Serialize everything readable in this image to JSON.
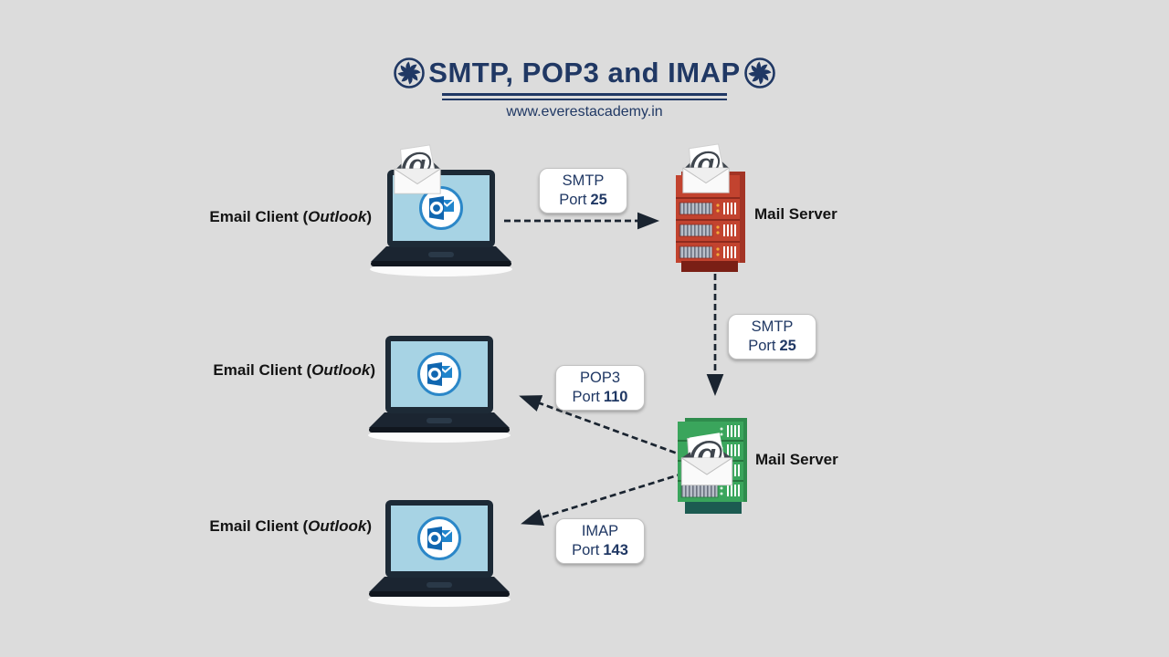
{
  "header": {
    "title": "SMTP, POP3 and IMAP",
    "subtitle": "www.everestacademy.in"
  },
  "clients": [
    {
      "prefix": "Email Client (",
      "name": "Outlook",
      "suffix": ")"
    },
    {
      "prefix": "Email Client (",
      "name": "Outlook",
      "suffix": ")"
    },
    {
      "prefix": "Email Client (",
      "name": "Outlook",
      "suffix": ")"
    }
  ],
  "servers": [
    {
      "label": "Mail Server",
      "color": "#c2432f"
    },
    {
      "label": "Mail Server",
      "color": "#3aa55c"
    }
  ],
  "connections": [
    {
      "protocol": "SMTP",
      "port_word": "Port",
      "port": "25",
      "from": "sender-email-client",
      "to": "sender-mail-server",
      "direction": "right"
    },
    {
      "protocol": "SMTP",
      "port_word": "Port",
      "port": "25",
      "from": "sender-mail-server",
      "to": "recipient-mail-server",
      "direction": "down"
    },
    {
      "protocol": "POP3",
      "port_word": "Port",
      "port": "110",
      "from": "recipient-mail-server",
      "to": "pop3-email-client",
      "direction": "up-left"
    },
    {
      "protocol": "IMAP",
      "port_word": "Port",
      "port": "143",
      "from": "recipient-mail-server",
      "to": "imap-email-client",
      "direction": "down-left"
    }
  ],
  "icons": {
    "pinwheel": "pinwheel-icon",
    "laptop": "laptop-icon",
    "outlook_logo": "outlook-logo-icon",
    "email_at_envelope": "email-at-envelope-icon",
    "red_server": "mail-server-red-icon",
    "green_server": "mail-server-green-icon",
    "dashed_arrow": "dashed-arrow"
  },
  "colors": {
    "background": "#dcdcdc",
    "accent_navy": "#203864",
    "arrow": "#1a2430",
    "label_text": "#141414",
    "server_red": "#c2432f",
    "server_red_base": "#7a1f15",
    "server_green": "#3aa55c",
    "server_green_base": "#1c5b51",
    "laptop_body": "#1d2a36",
    "laptop_screen": "#a7d3e4",
    "outlook_blue": "#1066b0",
    "box_bg": "#ffffff",
    "box_border": "#c2c2c2"
  }
}
